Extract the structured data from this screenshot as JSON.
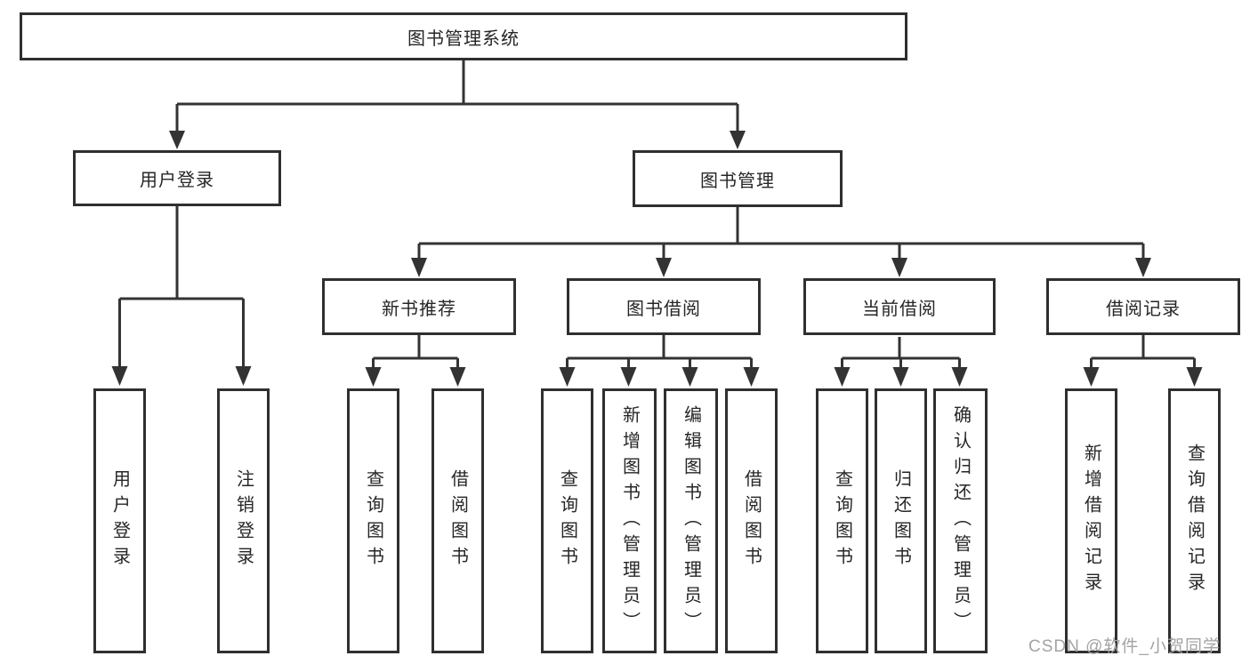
{
  "diagram": {
    "tree": {
      "root": {
        "label": "图书管理系统"
      },
      "branches": [
        {
          "label": "用户登录",
          "children": [
            {
              "label": "用户登录"
            },
            {
              "label": "注销登录"
            }
          ]
        },
        {
          "label": "图书管理",
          "children": [
            {
              "label": "新书推荐",
              "children": [
                {
                  "label": "查询图书"
                },
                {
                  "label": "借阅图书"
                }
              ]
            },
            {
              "label": "图书借阅",
              "children": [
                {
                  "label": "查询图书"
                },
                {
                  "label": "新增图书（管理员）"
                },
                {
                  "label": "编辑图书（管理员）"
                },
                {
                  "label": "借阅图书"
                }
              ]
            },
            {
              "label": "当前借阅",
              "children": [
                {
                  "label": "查询图书"
                },
                {
                  "label": "归还图书"
                },
                {
                  "label": "确认归还（管理员）"
                }
              ]
            },
            {
              "label": "借阅记录",
              "children": [
                {
                  "label": "新增借阅记录"
                },
                {
                  "label": "查询借阅记录"
                }
              ]
            }
          ]
        }
      ]
    },
    "watermark": "CSDN @软件_小贺同学",
    "colors": {
      "line": "#333333",
      "box_border": "#2f2f2f",
      "text": "#262626",
      "watermark": "#a3a3a3",
      "background": "#ffffff"
    }
  }
}
